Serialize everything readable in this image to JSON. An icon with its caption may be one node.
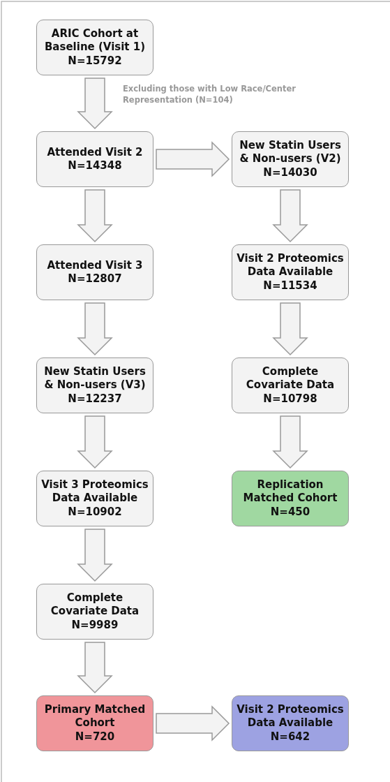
{
  "diagram": {
    "nodes": [
      {
        "text": [
          "ARIC Cohort at Baseline (Visit 1)",
          "N=15792"
        ]
      },
      {
        "text": [
          "Attended Visit 2",
          "N=14348"
        ]
      },
      {
        "text": [
          "New Statin Users & Non-users (V2)",
          "N=14030"
        ]
      },
      {
        "text": [
          "Attended Visit 3",
          "N=12807"
        ]
      },
      {
        "text": [
          "Visit 2 Proteomics Data Available",
          "N=11534"
        ]
      },
      {
        "text": [
          "New Statin Users & Non-users (V3)",
          "N=12237"
        ]
      },
      {
        "text": [
          "Complete Covariate Data",
          "N=10798"
        ]
      },
      {
        "text": [
          "Visit 3 Proteomics Data Available",
          "N=10902"
        ]
      },
      {
        "text": [
          "Replication Matched Cohort",
          "N=450"
        ]
      },
      {
        "text": [
          "Complete Covariate Data",
          "N=9989"
        ]
      },
      {
        "text": [
          "Primary Matched Cohort",
          "N=720"
        ]
      },
      {
        "text": [
          "Visit 2 Proteomics Data Available",
          "N=642"
        ]
      }
    ],
    "edges": [
      {
        "from": 0,
        "to": 1,
        "arrow": "to",
        "label": "Excluding those with Low Race/Center Representation (N=104)"
      },
      {
        "from": 1,
        "to": 2,
        "arrow": "to"
      },
      {
        "from": 1,
        "to": 3,
        "arrow": "to"
      },
      {
        "from": 2,
        "to": 4,
        "arrow": "to"
      },
      {
        "from": 3,
        "to": 5,
        "arrow": "to"
      },
      {
        "from": 4,
        "to": 6,
        "arrow": "to"
      },
      {
        "from": 5,
        "to": 7,
        "arrow": "to"
      },
      {
        "from": 6,
        "to": 8,
        "arrow": "to"
      },
      {
        "from": 7,
        "to": 9,
        "arrow": "to"
      },
      {
        "from": 9,
        "to": 10,
        "arrow": "to"
      },
      {
        "from": 10,
        "to": 11,
        "arrow": "to"
      }
    ]
  }
}
